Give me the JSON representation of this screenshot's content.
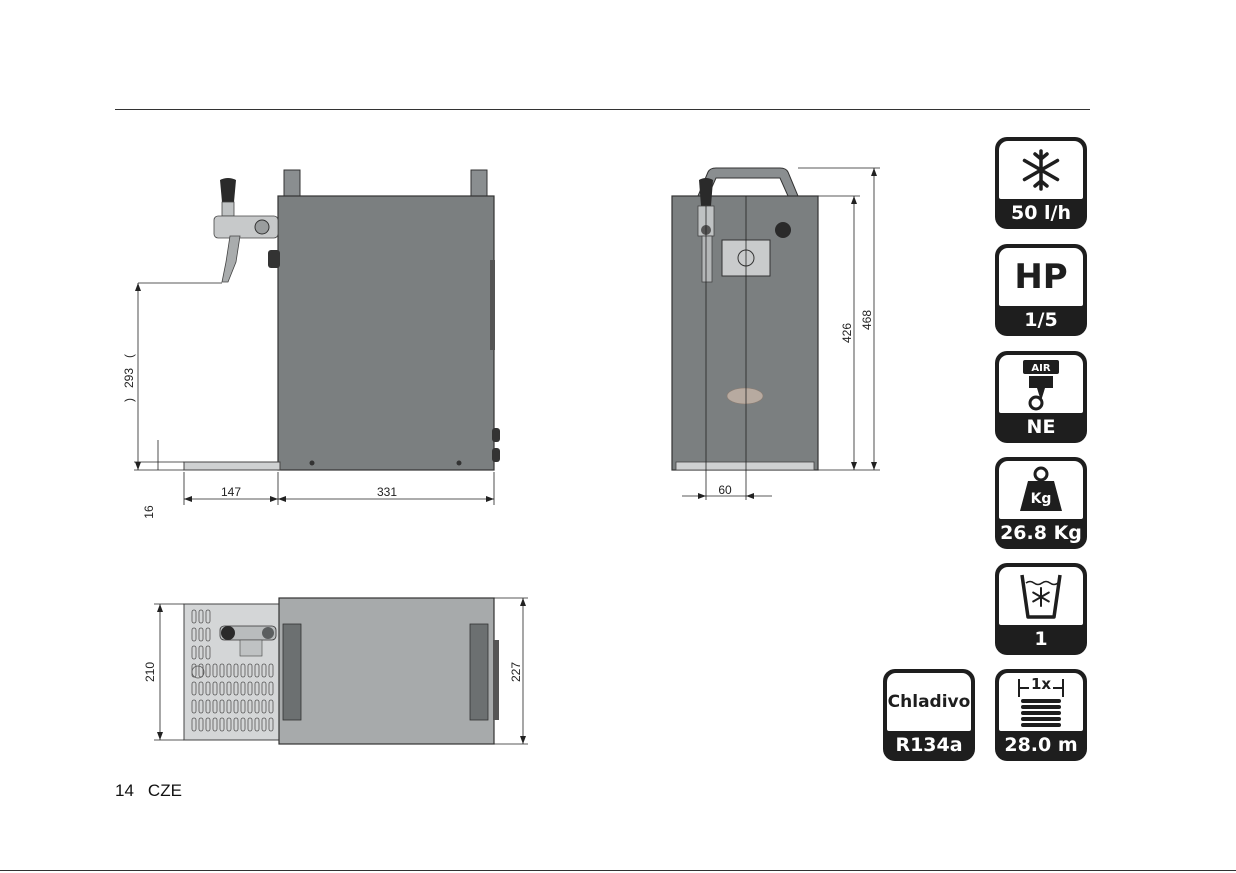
{
  "drawings": {
    "side_view": {
      "dimensions": {
        "height_tap": "293",
        "tray_height": "16",
        "tray_depth": "147",
        "body_depth": "331"
      }
    },
    "front_view": {
      "dimensions": {
        "body_height": "426",
        "total_height": "468",
        "tap_offset": "60"
      }
    },
    "top_view": {
      "dimensions": {
        "tray_width": "210",
        "body_width": "227"
      }
    }
  },
  "badges": [
    {
      "icon": "snowflake-icon",
      "value": "50 l/h"
    },
    {
      "icon": "hp-label",
      "top_text": "HP",
      "value": "1/5"
    },
    {
      "icon": "air-compressor-icon",
      "icon_text": "AIR",
      "value": "NE"
    },
    {
      "icon": "weight-icon",
      "icon_text": "Kg",
      "value": "26.8 Kg"
    },
    {
      "icon": "cooling-cup-icon",
      "value": "1"
    },
    {
      "icon": "coil-icon",
      "icon_text": "1x",
      "value": "28.0 m"
    },
    {
      "icon": "refrigerant-label",
      "top_text": "Chladivo",
      "value": "R134a"
    }
  ],
  "footer": {
    "page_number": "14",
    "language": "CZE"
  },
  "colors": {
    "body_gray": "#7b7f80",
    "badge_dark": "#1e1e1e",
    "tray_gray": "#cfd1d2"
  }
}
